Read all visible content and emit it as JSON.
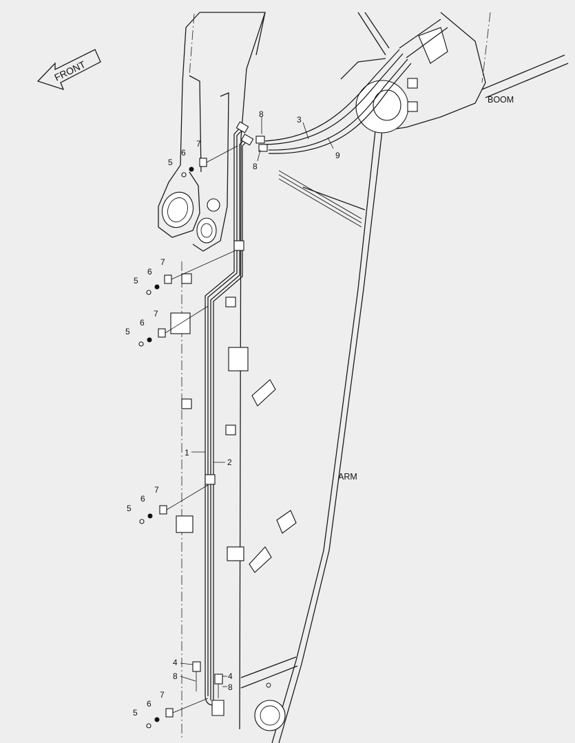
{
  "labels": {
    "front": "FRONT",
    "boom": "BOOM",
    "arm": "ARM"
  },
  "callouts": {
    "c1": "1",
    "c2": "2",
    "c3": "3",
    "c9": "9",
    "c8a": "8",
    "c8b": "8",
    "c8c": "8",
    "c8d": "8",
    "c4a": "4",
    "c4b": "4",
    "g1_5": "5",
    "g1_6": "6",
    "g1_7": "7",
    "g2_5": "5",
    "g2_6": "6",
    "g2_7": "7",
    "g3_5": "5",
    "g3_6": "6",
    "g3_7": "7",
    "g4_5": "5",
    "g4_6": "6",
    "g4_7": "7",
    "g5_5": "5",
    "g5_6": "6",
    "g5_7": "7"
  },
  "colors": {
    "background": "#eeeeee",
    "line": "#1a1a1a"
  }
}
